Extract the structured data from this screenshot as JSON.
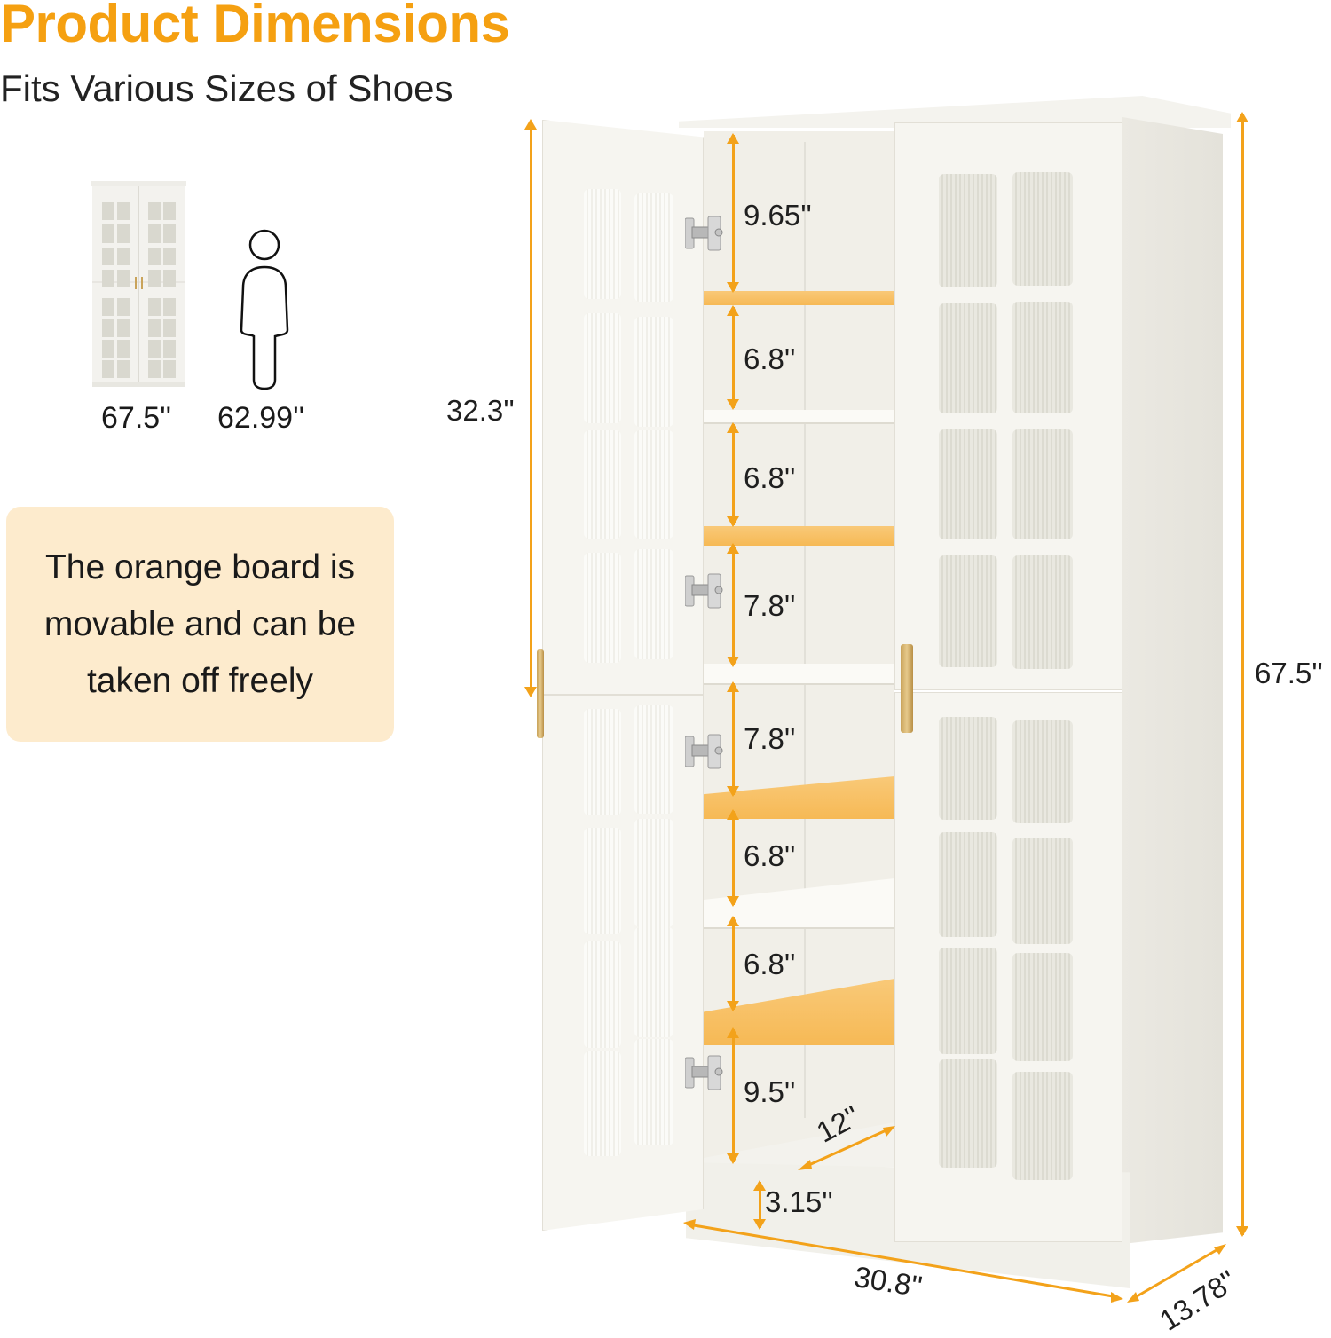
{
  "header": {
    "title": "Product Dimensions",
    "subtitle": "Fits Various Sizes of Shoes"
  },
  "comparison": {
    "cabinet_height": "67.5''",
    "person_height": "62.99''",
    "icons": [
      "mini-cabinet-icon",
      "person-silhouette-icon"
    ]
  },
  "note": {
    "line1": "The orange board is",
    "line2": "movable and can be",
    "line3": "taken off freely"
  },
  "dimensions": {
    "door_height": "32.3''",
    "total_height": "67.5''",
    "width": "30.8''",
    "depth": "13.78''",
    "inner_depth": "12''",
    "base_height": "3.15''",
    "shelf_gaps": [
      "9.65''",
      "6.8''",
      "6.8''",
      "7.8''",
      "7.8''",
      "6.8''",
      "6.8''",
      "9.5''"
    ]
  },
  "colors": {
    "accent": "#f5a011",
    "arrow": "#f3a21a",
    "movable_shelf": "#f7bf62",
    "note_bg": "#fdebcd",
    "cabinet": "#f6f5f0"
  }
}
